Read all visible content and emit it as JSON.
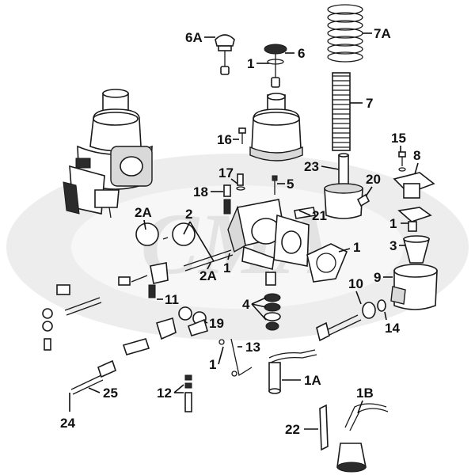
{
  "watermark": {
    "text": "CMA",
    "color": "#e6e6e6"
  },
  "diagram": {
    "title": "SU carburettor exploded view",
    "callouts": [
      {
        "id": "c-6a",
        "label": "6A"
      },
      {
        "id": "c-6",
        "label": "6"
      },
      {
        "id": "c-1-top",
        "label": "1"
      },
      {
        "id": "c-7a",
        "label": "7A"
      },
      {
        "id": "c-7",
        "label": "7"
      },
      {
        "id": "c-16",
        "label": "16"
      },
      {
        "id": "c-15",
        "label": "15"
      },
      {
        "id": "c-8",
        "label": "8"
      },
      {
        "id": "c-23",
        "label": "23"
      },
      {
        "id": "c-17",
        "label": "17"
      },
      {
        "id": "c-5",
        "label": "5"
      },
      {
        "id": "c-20",
        "label": "20"
      },
      {
        "id": "c-18",
        "label": "18"
      },
      {
        "id": "c-2a-left",
        "label": "2A"
      },
      {
        "id": "c-2",
        "label": "2"
      },
      {
        "id": "c-21",
        "label": "21"
      },
      {
        "id": "c-1-right",
        "label": "1"
      },
      {
        "id": "c-3",
        "label": "3"
      },
      {
        "id": "c-1-gasket",
        "label": "1"
      },
      {
        "id": "c-2a-right",
        "label": "2A"
      },
      {
        "id": "c-1-mid",
        "label": "1"
      },
      {
        "id": "c-9",
        "label": "9"
      },
      {
        "id": "c-10",
        "label": "10"
      },
      {
        "id": "c-11",
        "label": "11"
      },
      {
        "id": "c-4",
        "label": "4"
      },
      {
        "id": "c-14",
        "label": "14"
      },
      {
        "id": "c-19",
        "label": "19"
      },
      {
        "id": "c-13",
        "label": "13"
      },
      {
        "id": "c-1-low",
        "label": "1"
      },
      {
        "id": "c-1a",
        "label": "1A"
      },
      {
        "id": "c-25",
        "label": "25"
      },
      {
        "id": "c-12",
        "label": "12"
      },
      {
        "id": "c-1b",
        "label": "1B"
      },
      {
        "id": "c-24",
        "label": "24"
      },
      {
        "id": "c-22",
        "label": "22"
      }
    ]
  }
}
